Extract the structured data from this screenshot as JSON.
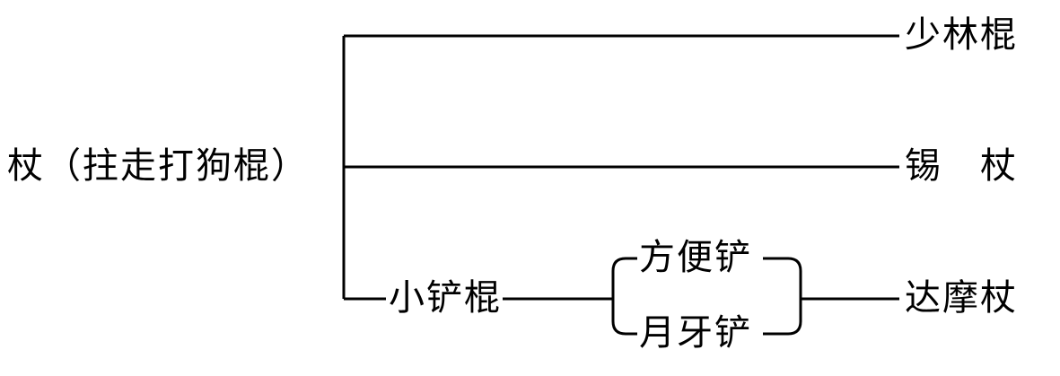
{
  "diagram": {
    "title": "staff-weapon-classification-tree",
    "root": {
      "label": "杖（拄走打狗棍）"
    },
    "branches": [
      {
        "label": "少林棍"
      },
      {
        "label": "锡　杖"
      },
      {
        "label": "小铲棍",
        "children": [
          {
            "label": "方便铲"
          },
          {
            "label": "月牙铲"
          }
        ],
        "merge": {
          "label": "达摩杖"
        }
      }
    ]
  },
  "colors": {
    "background": "#ffffff",
    "line": "#000000",
    "text": "#000000"
  }
}
